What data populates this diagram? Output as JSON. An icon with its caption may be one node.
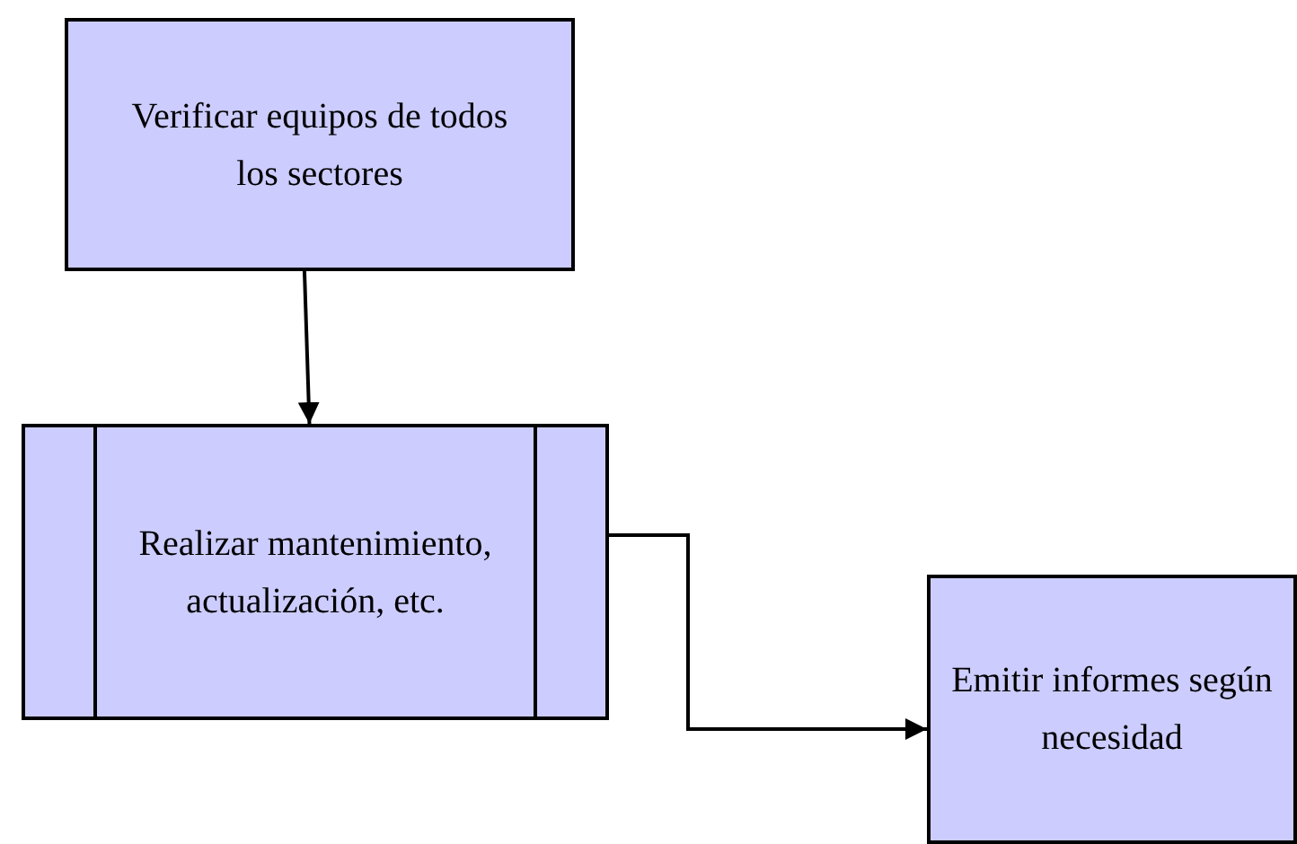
{
  "diagram": {
    "nodes": [
      {
        "text": [
          "Verificar equipos de todos los sectores"
        ]
      },
      {
        "text": [
          "Realizar mantenimiento, actualización, etc."
        ]
      },
      {
        "text": [
          "Emitir informes según necesidad"
        ]
      }
    ],
    "edges": [
      {
        "from": 0,
        "to": 1,
        "arrow": "to"
      },
      {
        "from": 1,
        "to": 2,
        "arrow": "to"
      }
    ]
  }
}
